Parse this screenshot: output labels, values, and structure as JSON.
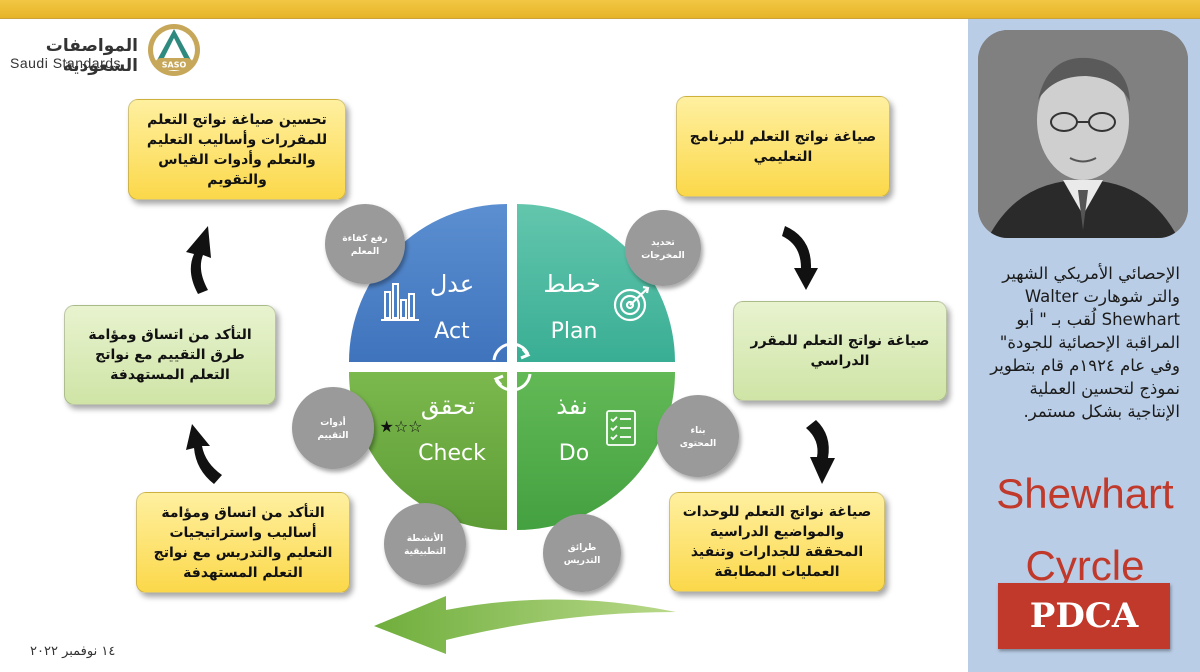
{
  "logo": {
    "arabic": "المواصفات السعودية",
    "english": "Saudi Standards",
    "badge": "SASO"
  },
  "cycle": {
    "act": {
      "ar": "عدل",
      "en": "Act",
      "icon": "bar-chart-icon",
      "color": "#4a7fc5"
    },
    "plan": {
      "ar": "خطط",
      "en": "Plan",
      "icon": "target-icon",
      "color": "#3fb59d"
    },
    "check": {
      "ar": "تحقق",
      "en": "Check",
      "icon": "stars-rating-icon",
      "color": "#6aaa3f"
    },
    "do": {
      "ar": "نفذ",
      "en": "Do",
      "icon": "checklist-icon",
      "color": "#55b047"
    }
  },
  "circles": {
    "raise": "رفع كفاءة المعلم",
    "define": "تحديد المخرجات",
    "tools": "أدوات التقييم",
    "content": "بناء المحتوى",
    "activities": "الأنشطة التطبيقية",
    "methods": "طرائق التدريس"
  },
  "boxes": {
    "improve": "تحسين صياغة نواتج التعلم للمقررات وأساليب التعليم والتعلم وأدوات القياس والتقويم",
    "program": "صياغة نواتج التعلم للبرنامج التعليمي",
    "course": "صياغة نواتج التعلم للمقرر الدراسي",
    "units": "صياغة نواتج التعلم للوحدات والمواضيع الدراسية المحققة للجدارات وتنفيذ العمليات المطابقة",
    "assess": "التأكد من اتساق ومؤامة طرق التقييم مع نواتج التعلم المستهدفة",
    "strategies": "التأكد من اتساق ومؤامة أساليب واستراتيجيات التعليم والتدريس مع نواتج التعلم المستهدفة"
  },
  "bio": "الإحصائي الأمريكي الشهير والتر شوهارت Walter Shewhart لُقب بـ \" أبو المراقبة الإحصائية للجودة\" وفي عام ١٩٢٤م قام بتطوير نموذج لتحسين العملية الإنتاجية بشكل مستمر.",
  "shewhart_title": "Shewhart Cyrcle",
  "pdca": "PDCA",
  "date": "١٤ نوفمبر ٢٠٢٢"
}
